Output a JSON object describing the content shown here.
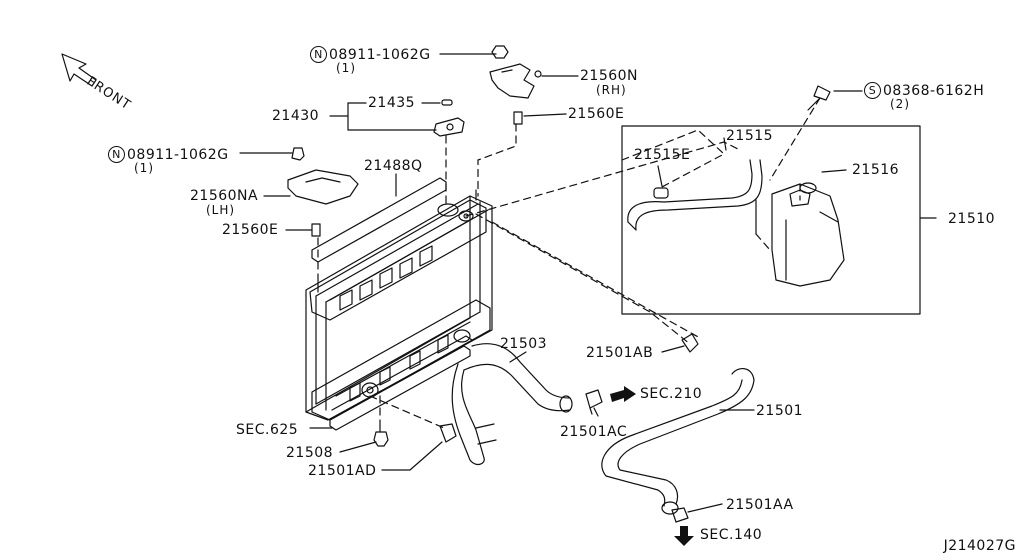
{
  "diagram_code": "J214027G",
  "front_label": "FRONT",
  "parts": {
    "p21430": "21430",
    "p21435": "21435",
    "p21488q": "21488Q",
    "p21560na": "21560NA",
    "p21560na_side": "(LH)",
    "p21560e_left": "21560E",
    "p21560e_right": "21560E",
    "p21560n": "21560N",
    "p21560n_side": "(RH)",
    "bolt_n_top": "08911-1062G",
    "bolt_n_top_qty": "(1)",
    "bolt_n_left": "08911-1062G",
    "bolt_n_left_qty": "(1)",
    "bolt_s": "08368-6162H",
    "bolt_s_qty": "(2)",
    "prefix_n_top": "N",
    "prefix_n_left": "N",
    "prefix_s": "S",
    "p21515e": "21515E",
    "p21515": "21515",
    "p21516": "21516",
    "p21510": "21510",
    "p21501ab": "21501AB",
    "p21503": "21503",
    "p21501": "21501",
    "p21501ac": "21501AC",
    "p21501aa": "21501AA",
    "p21501ad": "21501AD",
    "p21508": "21508",
    "sec625": "SEC.625",
    "sec210": "SEC.210",
    "sec140": "SEC.140"
  }
}
